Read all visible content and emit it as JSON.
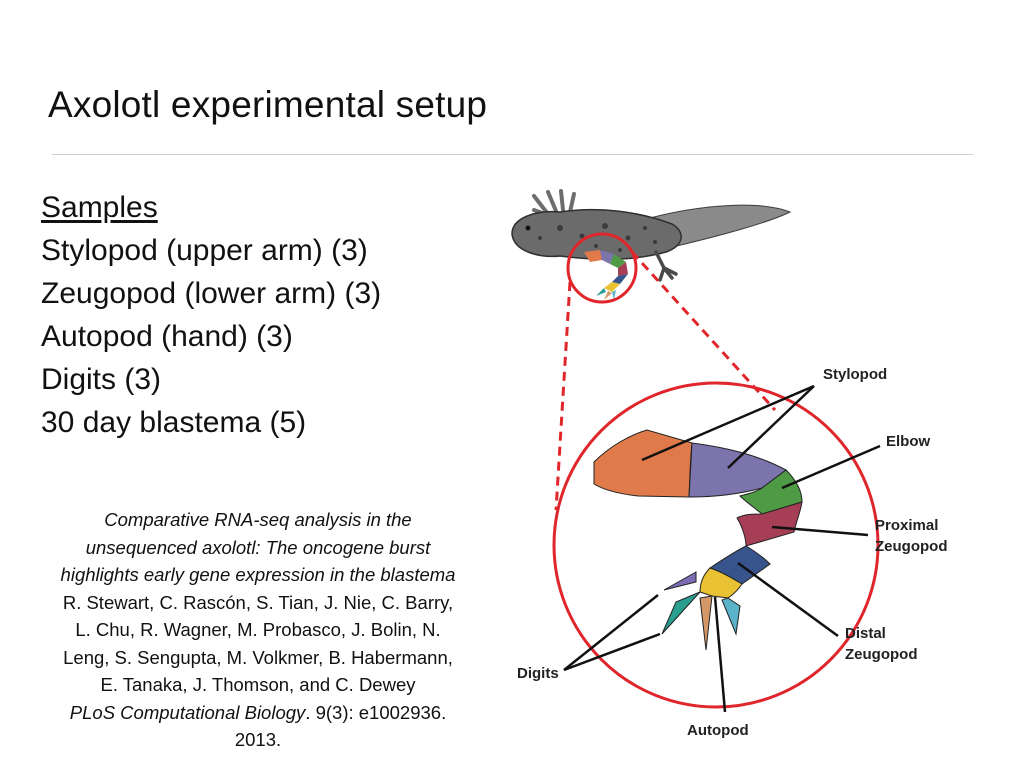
{
  "slide": {
    "title": "Axolotl experimental setup"
  },
  "samples": {
    "heading": "Samples",
    "items": [
      "Stylopod (upper arm) (3)",
      "Zeugopod (lower arm)  (3)",
      "Autopod (hand)  (3)",
      "Digits (3)",
      "30 day blastema (5)"
    ]
  },
  "citation": {
    "title_lines": [
      "Comparative RNA-seq analysis in the",
      "unsequenced axolotl: The oncogene burst",
      "highlights early gene expression in the blastema"
    ],
    "author_lines": [
      "R. Stewart, C. Rascón, S. Tian, J. Nie, C. Barry,",
      "L. Chu, R. Wagner, M. Probasco, J. Bolin, N.",
      "Leng, S. Sengupta, M. Volkmer, B. Habermann,",
      "E. Tanaka, J. Thomson, and C. Dewey"
    ],
    "journal": "PLoS Computational Biology",
    "volume": ". 9(3): e1002936.",
    "year": "2013."
  },
  "diagram": {
    "labels": {
      "stylopod": "Stylopod",
      "elbow": "Elbow",
      "proximal_1": "Proximal",
      "proximal_2": "Zeugopod",
      "distal_1": "Distal",
      "distal_2": "Zeugopod",
      "digits": "Digits",
      "autopod": "Autopod"
    },
    "colors": {
      "callout_red": "#e0262b",
      "stylopod_orange": "#e07a4a",
      "stylopod_purple": "#7c74ad",
      "elbow_green": "#4e9a45",
      "proximal_zeugopod": "#a63f55",
      "distal_zeugopod": "#37558c",
      "autopod_yellow": "#e8c233",
      "digit_purple": "#7d6cb3",
      "digit_teal": "#2a9e8f",
      "digit_tan": "#d49868",
      "digit_blue": "#5bb3c9"
    }
  }
}
